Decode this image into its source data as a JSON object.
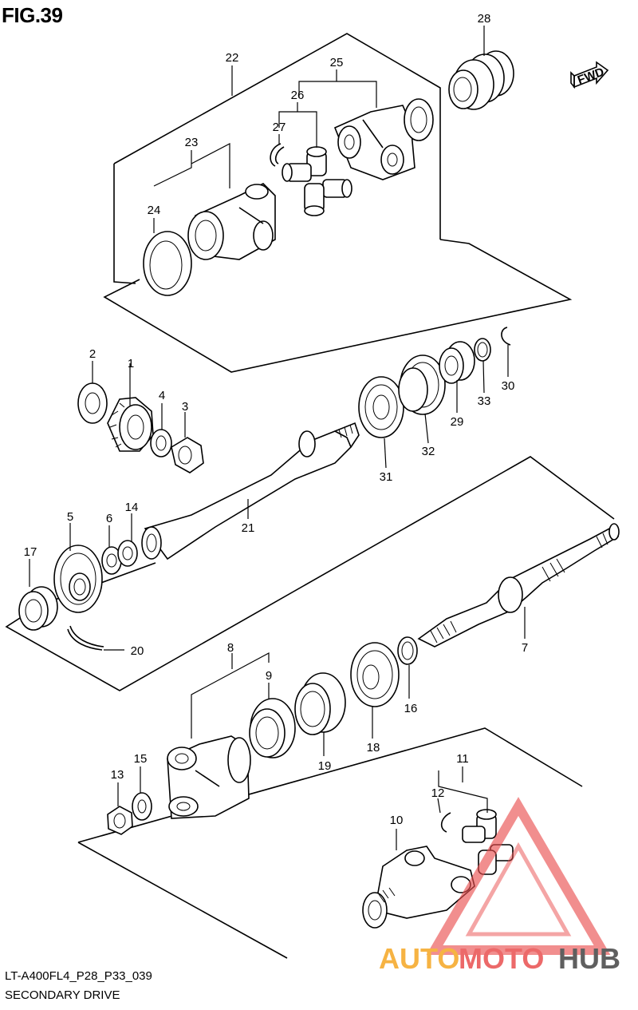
{
  "figure": {
    "title": "FIG.39",
    "model_code": "LT-A400FL4_P28_P33_039",
    "section_title": "SECONDARY DRIVE",
    "fwd_label": "FWD"
  },
  "watermark": {
    "part1": "AUTO",
    "part2": "MOTO",
    "part3": "HUB",
    "colors": {
      "auto": "#f5a623",
      "moto": "#e94f4f",
      "hub": "#444444",
      "triangle": "#e94f4f"
    }
  },
  "callouts": [
    "1",
    "2",
    "3",
    "4",
    "5",
    "6",
    "7",
    "8",
    "9",
    "10",
    "11",
    "12",
    "13",
    "14",
    "15",
    "16",
    "17",
    "18",
    "19",
    "20",
    "21",
    "22",
    "23",
    "24",
    "25",
    "26",
    "27",
    "28",
    "29",
    "30",
    "31",
    "32",
    "33"
  ]
}
